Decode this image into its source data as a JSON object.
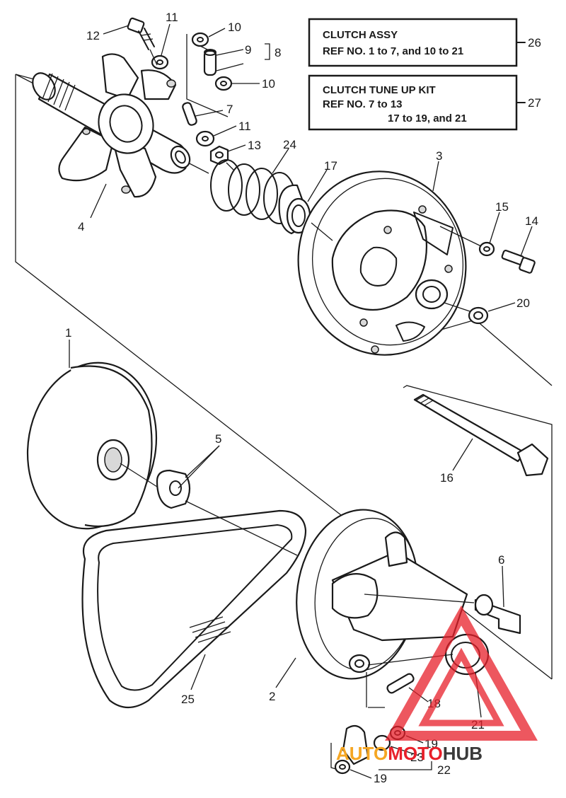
{
  "callouts": [
    {
      "id": "c12",
      "text": "12"
    },
    {
      "id": "c11a",
      "text": "11"
    },
    {
      "id": "c10a",
      "text": "10"
    },
    {
      "id": "c9",
      "text": "9"
    },
    {
      "id": "c8",
      "text": "8"
    },
    {
      "id": "c10b",
      "text": "10"
    },
    {
      "id": "c7",
      "text": "7"
    },
    {
      "id": "c11b",
      "text": "11"
    },
    {
      "id": "c13",
      "text": "13"
    },
    {
      "id": "c24",
      "text": "24"
    },
    {
      "id": "c17",
      "text": "17"
    },
    {
      "id": "c3",
      "text": "3"
    },
    {
      "id": "c4",
      "text": "4"
    },
    {
      "id": "c15",
      "text": "15"
    },
    {
      "id": "c14",
      "text": "14"
    },
    {
      "id": "c20",
      "text": "20"
    },
    {
      "id": "c1",
      "text": "1"
    },
    {
      "id": "c5",
      "text": "5"
    },
    {
      "id": "c16",
      "text": "16"
    },
    {
      "id": "c6",
      "text": "6"
    },
    {
      "id": "c2",
      "text": "2"
    },
    {
      "id": "c25",
      "text": "25"
    },
    {
      "id": "c18",
      "text": "18"
    },
    {
      "id": "c21",
      "text": "21"
    },
    {
      "id": "c19a",
      "text": "19"
    },
    {
      "id": "c23",
      "text": "23"
    },
    {
      "id": "c22",
      "text": "22"
    },
    {
      "id": "c19b",
      "text": "19"
    },
    {
      "id": "c26",
      "text": "26"
    },
    {
      "id": "c27",
      "text": "27"
    }
  ],
  "legend_boxes": [
    {
      "id": "box26",
      "lines": [
        "CLUTCH ASSY",
        "REF NO. 1 to 7, and 10 to 21"
      ]
    },
    {
      "id": "box27",
      "lines": [
        "CLUTCH TUNE UP KIT",
        "REF NO. 7 to 13",
        "17 to 19, and 21"
      ]
    }
  ],
  "watermark": {
    "part1": "AUTO",
    "part2": "MOTO",
    "part3": "HUB",
    "color1": "#f5a623",
    "color2": "#e8202a",
    "color3": "#3a3a3a"
  }
}
